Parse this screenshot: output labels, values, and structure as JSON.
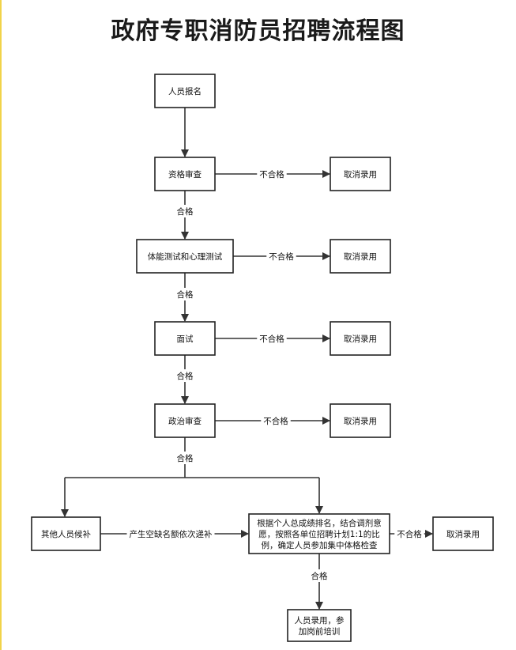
{
  "title": "政府专职消防员招聘流程图",
  "nodes": {
    "signup": "人员报名",
    "qualification": "资格审查",
    "cancel1": "取消录用",
    "fitness": "体能测试和心理测试",
    "cancel2": "取消录用",
    "interview": "面试",
    "cancel3": "取消录用",
    "political": "政治审查",
    "cancel4": "取消录用",
    "backup": "其他人员候补",
    "ranking": [
      "根据个人总成绩排名，结合调剂意",
      "愿，按照各单位招聘计划1:1的比",
      "例，确定人员参加集中体格检查"
    ],
    "cancel5": "取消录用",
    "hired": [
      "人员录用，参",
      "加岗前培训"
    ]
  },
  "edge_labels": {
    "fail": "不合格",
    "pass": "合格",
    "vacancy": "产生空缺名额依次递补"
  },
  "colors": {
    "frame_accent": "#f1d34a",
    "stroke": "#222222"
  }
}
